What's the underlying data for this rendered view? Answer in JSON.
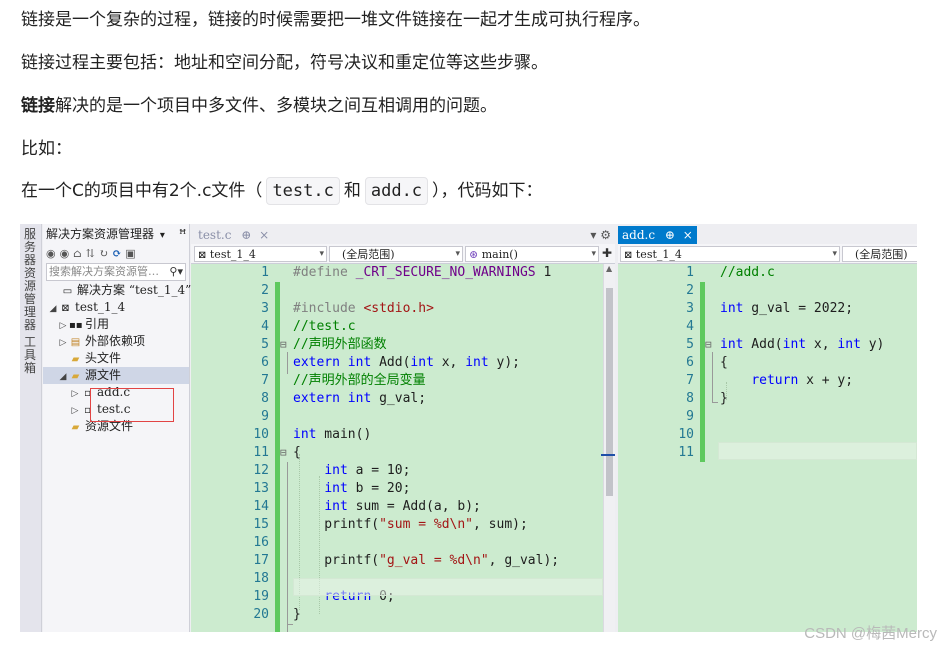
{
  "article": {
    "p1": "链接是一个复杂的过程，链接的时候需要把一堆文件链接在一起才生成可执行程序。",
    "p2": "链接过程主要包括：地址和空间分配，符号决议和重定位等这些步骤。",
    "p3_bold": "链接",
    "p3_rest": "解决的是一个项目中多文件、多模块之间互相调用的问题。",
    "p4": "比如：",
    "p5_a": "在一个C的项目中有2个.c文件（",
    "p5_code1": "test.c",
    "p5_b": "和",
    "p5_code2": "add.c",
    "p5_c": "），代码如下："
  },
  "ide": {
    "vertical_tabs": [
      "服务器资源管理器",
      "工具箱"
    ],
    "solution_explorer": {
      "title": "解决方案资源管理器",
      "title_icons": "▾ ⊞",
      "search_placeholder": "搜索解决方案资源管…",
      "tree": [
        {
          "label": "解决方案 “test_1_4”",
          "icon": "solution-icon",
          "glyph": "▭",
          "twisty": ""
        },
        {
          "label": "test_1_4",
          "icon": "project-icon",
          "glyph": "⊠",
          "twisty": "◢"
        },
        {
          "label": "引用",
          "icon": "references-icon",
          "glyph": "▪▪",
          "twisty": "▷"
        },
        {
          "label": "外部依赖项",
          "icon": "external-deps-icon",
          "glyph": "▤",
          "twisty": "▷"
        },
        {
          "label": "头文件",
          "icon": "folder-icon",
          "glyph": "▰",
          "twisty": ""
        },
        {
          "label": "源文件",
          "icon": "folder-icon",
          "glyph": "▰",
          "twisty": "◢"
        },
        {
          "label": "add.c",
          "icon": "c-file-icon",
          "glyph": "▫",
          "twisty": "▷"
        },
        {
          "label": "test.c",
          "icon": "c-file-icon",
          "glyph": "▫",
          "twisty": "▷"
        },
        {
          "label": "资源文件",
          "icon": "folder-icon",
          "glyph": "▰",
          "twisty": ""
        }
      ]
    },
    "left_editor": {
      "tab_label": "test.c",
      "tab_pin": "⊕",
      "tab_close": "×",
      "tab_menu": "▾ ⚙",
      "nav_project": "test_1_4",
      "nav_scope": "(全局范围)",
      "nav_member": "main()",
      "line_numbers": [
        "1",
        "2",
        "3",
        "4",
        "5",
        "6",
        "7",
        "8",
        "9",
        "10",
        "11",
        "12",
        "13",
        "14",
        "15",
        "16",
        "17",
        "18",
        "19",
        "20"
      ]
    },
    "right_editor": {
      "tab_label": "add.c",
      "tab_pin": "⊕",
      "tab_close": "×",
      "nav_project": "test_1_4",
      "nav_scope": "(全局范围)",
      "line_numbers": [
        "1",
        "2",
        "3",
        "4",
        "5",
        "6",
        "7",
        "8",
        "9",
        "10",
        "11"
      ]
    }
  },
  "watermark": "CSDN @梅茜Mercy",
  "colors": {
    "editor_bg": "#ccebcf",
    "change_bar": "#5ec95e",
    "active_tab": "#007acc",
    "selection_box": "#e24444"
  }
}
